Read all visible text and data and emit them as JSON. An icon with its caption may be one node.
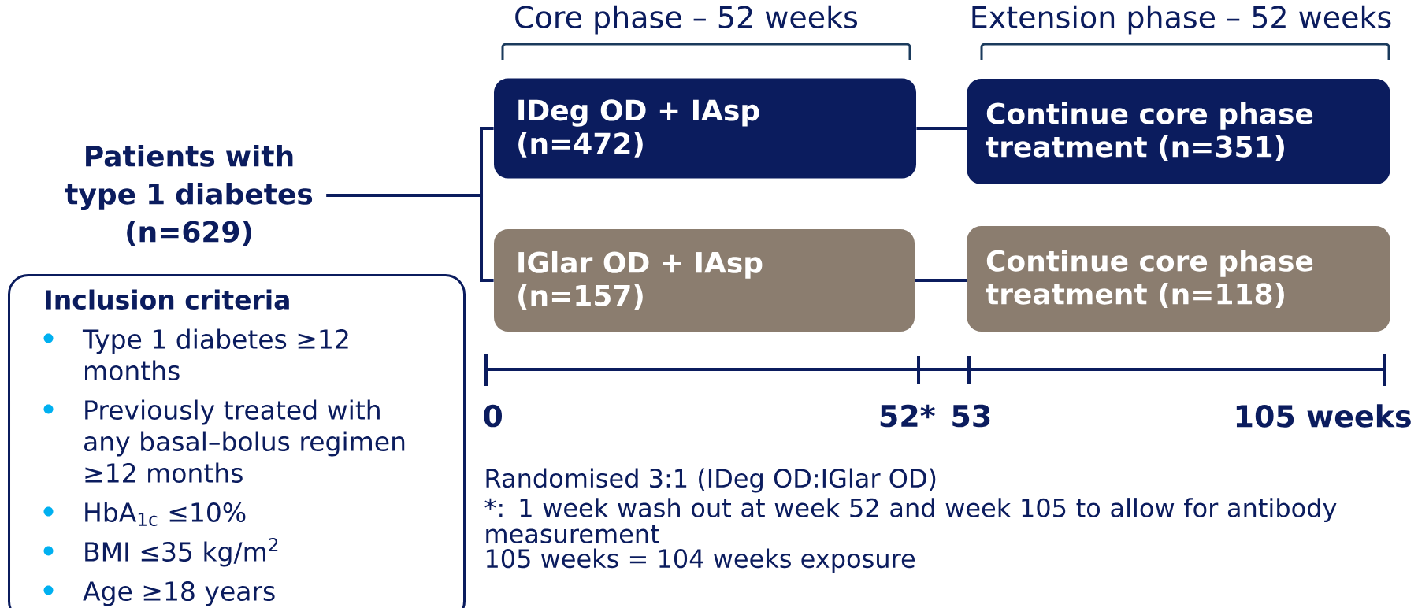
{
  "diagram": {
    "nodes": [
      {
        "text": [
          "Patients with type 1 diabetes (n=629)"
        ]
      },
      {
        "text": [
          "IDeg OD + IAsp (n=472)"
        ]
      },
      {
        "text": [
          "IGlar OD + IAsp (n=157)"
        ]
      },
      {
        "text": [
          "Continue core phase treatment (n=351)"
        ]
      },
      {
        "text": [
          "Continue core phase treatment (n=118)"
        ]
      },
      {
        "text": [
          "Inclusion criteria",
          "Type 1 diabetes ≥12 months",
          "Previously treated with any basal–bolus regimen ≥12 months",
          "HbA$_{1c}$ ≤10%",
          "BMI ≤35 kg/m$^{2}$",
          "Age ≥18 years"
        ]
      }
    ],
    "edges": [
      {
        "from": 0,
        "to": 1,
        "arrow": "none"
      },
      {
        "from": 0,
        "to": 2,
        "arrow": "none"
      },
      {
        "from": 1,
        "to": 3,
        "arrow": "none"
      },
      {
        "from": 2,
        "to": 4,
        "arrow": "none"
      }
    ],
    "labels": [
      "Core phase – 52 weeks",
      "Extension phase – 52 weeks",
      "0",
      "52*",
      "53",
      "105 weeks",
      "Randomised 3:1 (IDeg OD:IGlar OD)",
      "*: 1 week wash out at week 52 and week 105 to allow for antibody measurement",
      "105 weeks = 104 weeks exposure"
    ]
  }
}
